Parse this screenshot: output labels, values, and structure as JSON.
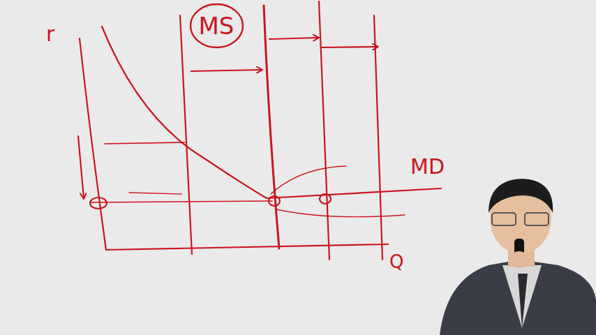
{
  "diagram": {
    "nodes": [
      {
        "text": [
          "MS"
        ]
      }
    ],
    "labels": [
      "r",
      "MD",
      "Q"
    ]
  }
}
